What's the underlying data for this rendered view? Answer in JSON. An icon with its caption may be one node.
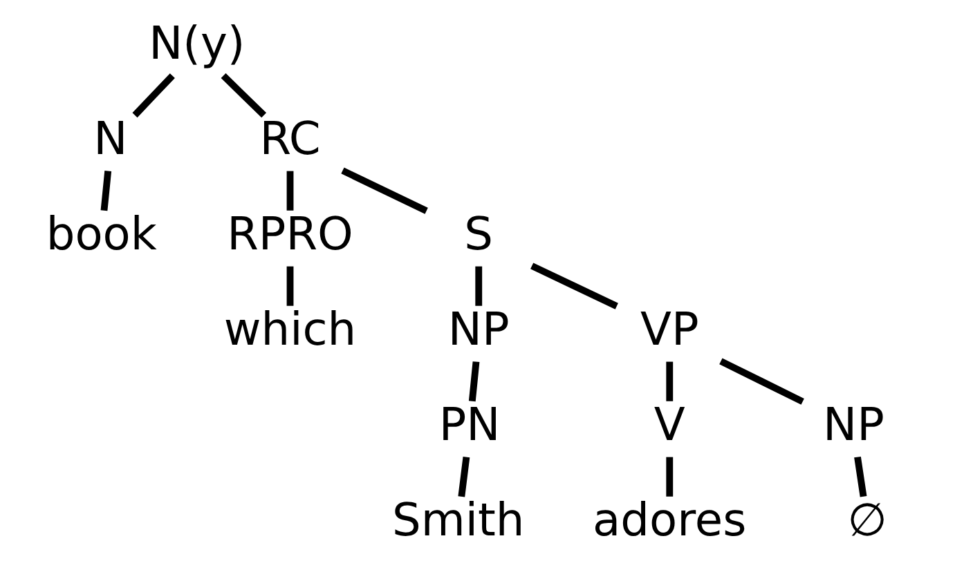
{
  "diagram": {
    "nodes": [
      {
        "text": [
          "N(y)"
        ]
      },
      {
        "text": [
          "N"
        ]
      },
      {
        "text": [
          "RC"
        ]
      },
      {
        "text": [
          "book"
        ]
      },
      {
        "text": [
          "RPRO"
        ]
      },
      {
        "text": [
          "S"
        ]
      },
      {
        "text": [
          "which"
        ]
      },
      {
        "text": [
          "NP"
        ]
      },
      {
        "text": [
          "VP"
        ]
      },
      {
        "text": [
          "PN"
        ]
      },
      {
        "text": [
          "V"
        ]
      },
      {
        "text": [
          "NP"
        ]
      },
      {
        "text": [
          "Smith"
        ]
      },
      {
        "text": [
          "adores"
        ]
      },
      {
        "text": [
          "∅"
        ]
      }
    ],
    "edges": [
      {
        "from": 0,
        "to": 1,
        "arrow": "none"
      },
      {
        "from": 0,
        "to": 2,
        "arrow": "none"
      },
      {
        "from": 1,
        "to": 3,
        "arrow": "none"
      },
      {
        "from": 2,
        "to": 4,
        "arrow": "none"
      },
      {
        "from": 2,
        "to": 5,
        "arrow": "none"
      },
      {
        "from": 4,
        "to": 6,
        "arrow": "none"
      },
      {
        "from": 5,
        "to": 7,
        "arrow": "none"
      },
      {
        "from": 5,
        "to": 8,
        "arrow": "none"
      },
      {
        "from": 7,
        "to": 9,
        "arrow": "none"
      },
      {
        "from": 8,
        "to": 10,
        "arrow": "none"
      },
      {
        "from": 8,
        "to": 11,
        "arrow": "none"
      },
      {
        "from": 9,
        "to": 12,
        "arrow": "none"
      },
      {
        "from": 10,
        "to": 13,
        "arrow": "none"
      },
      {
        "from": 11,
        "to": 14,
        "arrow": "none"
      }
    ]
  }
}
